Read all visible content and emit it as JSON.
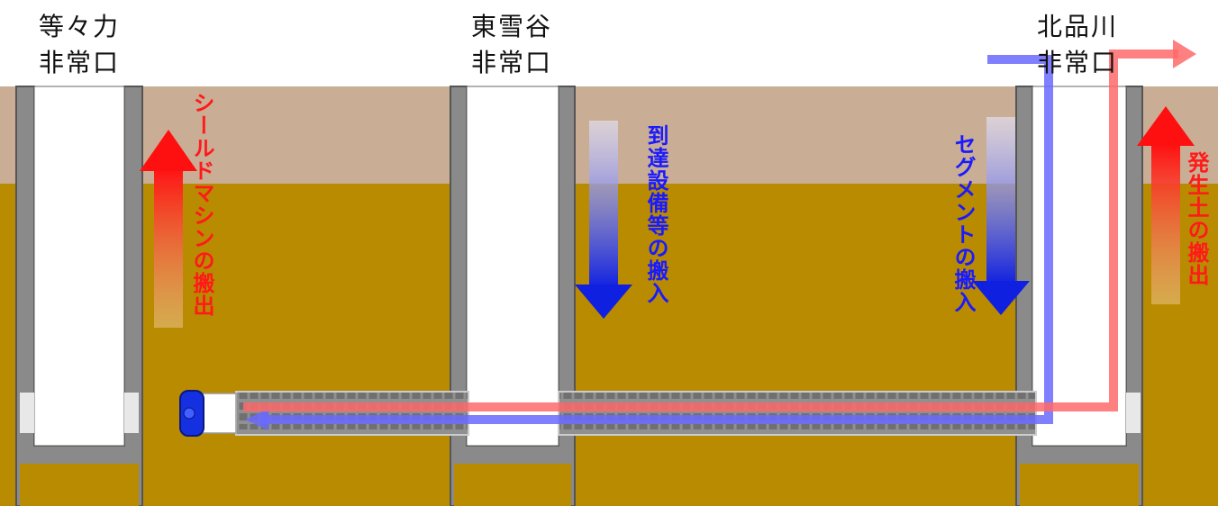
{
  "shafts": [
    {
      "name": "等々力",
      "sub": "非常口"
    },
    {
      "name": "東雪谷",
      "sub": "非常口"
    },
    {
      "name": "北品川",
      "sub": "非常口"
    }
  ],
  "annotations": {
    "shield_out": "シールドマシンの搬出",
    "arrival_in": "到達設備等の搬入",
    "segment_in": "セグメントの搬入",
    "soil_out": "発生土の搬出"
  },
  "colors": {
    "surface_soil": "#c8ae96",
    "ground": "#b98c00",
    "shaft_wall": "#8c8c8c",
    "tunnel_segments": "#8f8f8f",
    "red_text": "#ff1a1a",
    "blue_text": "#1a1aff",
    "red_route": "#ff7070",
    "blue_route": "#7070ff"
  }
}
